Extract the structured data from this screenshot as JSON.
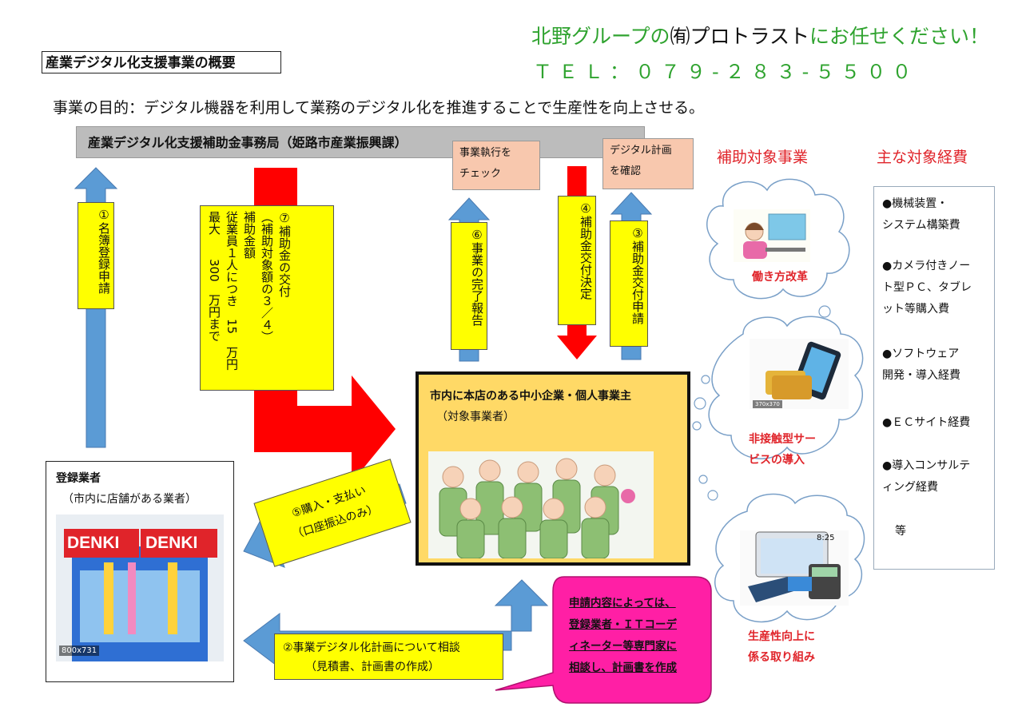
{
  "header": {
    "brand_prefix": "北野グループの",
    "brand_company": "㈲プロトラスト",
    "brand_suffix": "にお任せください！",
    "tel": "ＴＥＬ：０７９-２８３-５５００"
  },
  "title": "産業デジタル化支援事業の概要",
  "purpose": "事業の目的：デジタル機器を利用して業務のデジタル化を推進することで生産性を向上させる。",
  "office": "産業デジタル化支援補助金事務局（姫路市産業振興課）",
  "check_box": "事業執行を\nチェック",
  "plan_box": "デジタル計画\nを確認",
  "steps": {
    "s1": "①名簿登録申請",
    "s3": "③補助金交付申請",
    "s4": "④補助金交付決定",
    "s6": "⑥事業の完了報告",
    "s7_lines": [
      "⑦補助金の交付",
      "（補助対象額の３／４）",
      "補助金額",
      "従業員１人につき　15　万円",
      "最大　　300　万円まで"
    ],
    "s5_line1": "⑤購入・支払い",
    "s5_line2": "（口座振込のみ）",
    "s2_line1": "②事業デジタル化計画について相談",
    "s2_line2": "（見積書、計画書の作成）"
  },
  "target": {
    "title": "市内に本店のある中小企業・個人事業主",
    "sub": "（対象事業者）"
  },
  "vendor": {
    "title": "登録業者",
    "sub": "（市内に店舗がある業者）",
    "sign": "DENKI",
    "img_size": "800x731"
  },
  "callout": [
    "申請内容によっては、",
    "登録業者・ＩＴコーデ",
    "ィネーター等専門家に",
    "相談し、計画書を作成"
  ],
  "categories": {
    "title": "補助対象事業",
    "items": [
      {
        "label_lines": [
          "働き方改革"
        ]
      },
      {
        "label_lines": [
          "非接触型サー",
          "ビスの導入"
        ],
        "img_size": "370x370"
      },
      {
        "label_lines": [
          "生産性向上に",
          "係る取り組み"
        ],
        "display": "8:25"
      }
    ]
  },
  "expenses": {
    "title": "主な対象経費",
    "items": [
      [
        "●機械装置・",
        "システム構築費"
      ],
      [
        "●カメラ付きノー",
        "ト型ＰＣ、タブレ",
        "ット等購入費"
      ],
      [
        "●ソフトウェア",
        "開発・導入経費"
      ],
      [
        "●ＥＣサイト経費"
      ],
      [
        "●導入コンサルテ",
        "ィング経費"
      ],
      [
        "等"
      ]
    ]
  },
  "colors": {
    "blue_arrow": "#5b9bd5",
    "red_arrow": "#ff0000",
    "yellow": "#ffff00",
    "main_box": "#ffd966",
    "pink_label": "#f8c8ae",
    "callout": "#ff1fa5",
    "green_text": "#2fa32f",
    "red_text": "#e0242a"
  }
}
